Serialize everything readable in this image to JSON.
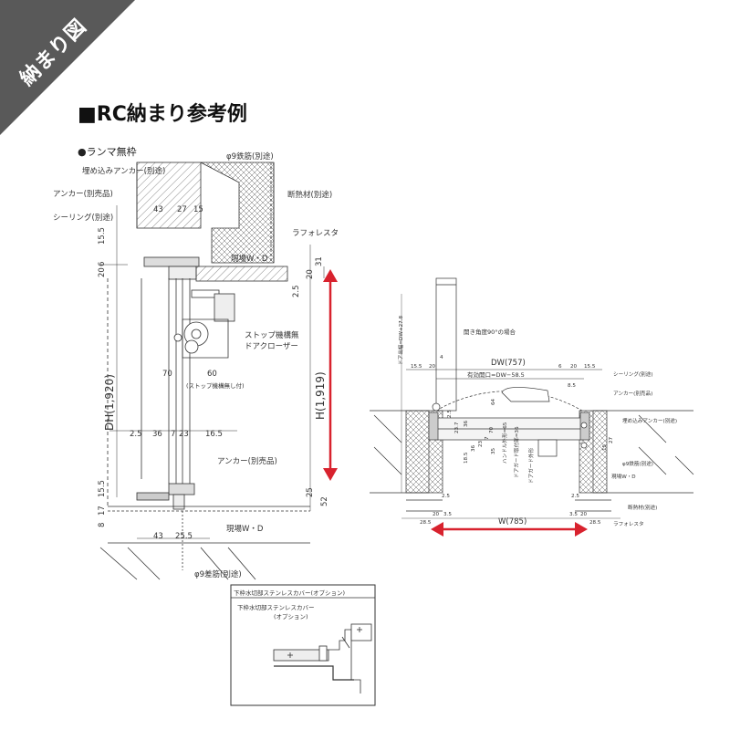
{
  "badge": {
    "text": "納まり図",
    "color": "#595959"
  },
  "heading": "■RC納まり参考例",
  "subheading": "●ランマ無枠",
  "accent_color": "#d8222e",
  "left_section": {
    "labels": {
      "phi9_top": "φ9鉄筋(別途)",
      "embedded_anchor": "埋め込みアンカー(別途)",
      "anchor_sep": "アンカー(別売品)",
      "sealing": "シーリング(別途)",
      "insulation": "断熱材(別途)",
      "lath": "ラフォレスタ",
      "field_wd_top": "現場W・D",
      "stop_closer_1": "ストップ機構無",
      "stop_closer_2": "ドアクローザー",
      "stop_note": "(ストップ機構無し付)",
      "anchor_sep_bottom": "アンカー(別売品)",
      "field_wd_bottom": "現場W・D",
      "phi9_bottom": "φ9差筋(別途)"
    },
    "dims": {
      "d43_top": "43",
      "d27": "27",
      "d15_top": "15",
      "d15_5_top": "15.5",
      "d6": "6",
      "d20_left": "20",
      "d31": "31",
      "d20_right": "20",
      "d2_5_right": "2.5",
      "d70": "70",
      "d60": "60",
      "d2_5": "2.5",
      "d36": "36",
      "d7": "7",
      "d23": "23",
      "d16_5": "16.5",
      "d15_5_bot": "15.5",
      "d17": "17",
      "d8": "8",
      "d25": "25",
      "d52": "52",
      "d43_bot": "43",
      "d25_5": "25.5"
    },
    "DH": "DH(1,920)",
    "H": "H(1,919)"
  },
  "right_section": {
    "labels": {
      "open_angle": "開き角度90°の場合",
      "door_width_note": "ドア出幅=DW+27.8",
      "DW": "DW(757)",
      "effective": "有効開口=DW−58.5",
      "sealing": "シーリング(別途)",
      "anchor_sep": "アンカー(別売品)",
      "embedded_anchor": "埋め込みアンカー(別途)",
      "phi9": "φ9鉄筋(別途)",
      "field_wd": "現場W・D",
      "insulation": "断熱材(別途)",
      "lath": "ラフォレスタ",
      "handle_note": "ハンドル外形=65",
      "door_guard": "ドアガード取付部=36",
      "door_guard2": "ドアガード外形"
    },
    "dims": {
      "d15_5": "15.5",
      "d20_l": "20",
      "d6": "6",
      "d20_r": "20",
      "d15_5_r": "15.5",
      "d4": "4",
      "d8_5": "8.5",
      "d64": "64",
      "d2_5_a": "2.5",
      "d23_7": "23.7",
      "d36": "36",
      "d70": "70",
      "d35": "35",
      "d18_5": "18.5",
      "d36_b": "36",
      "d23": "23",
      "d7": "7",
      "d15": "15",
      "d27": "27",
      "d2_5_l": "2.5",
      "d28_5_l": "28.5",
      "d20_bl": "20",
      "d3_5_l": "3.5",
      "d2_5_r": "2.5",
      "d20_br": "20",
      "d3_5_r": "3.5",
      "d28_5_r": "28.5"
    },
    "W": "W(785)"
  },
  "inset": {
    "title": "下枠水切部ステンレスカバー(オプション)",
    "caption_1": "下枠水切部ステンレスカバー",
    "caption_2": "(オプション)"
  }
}
